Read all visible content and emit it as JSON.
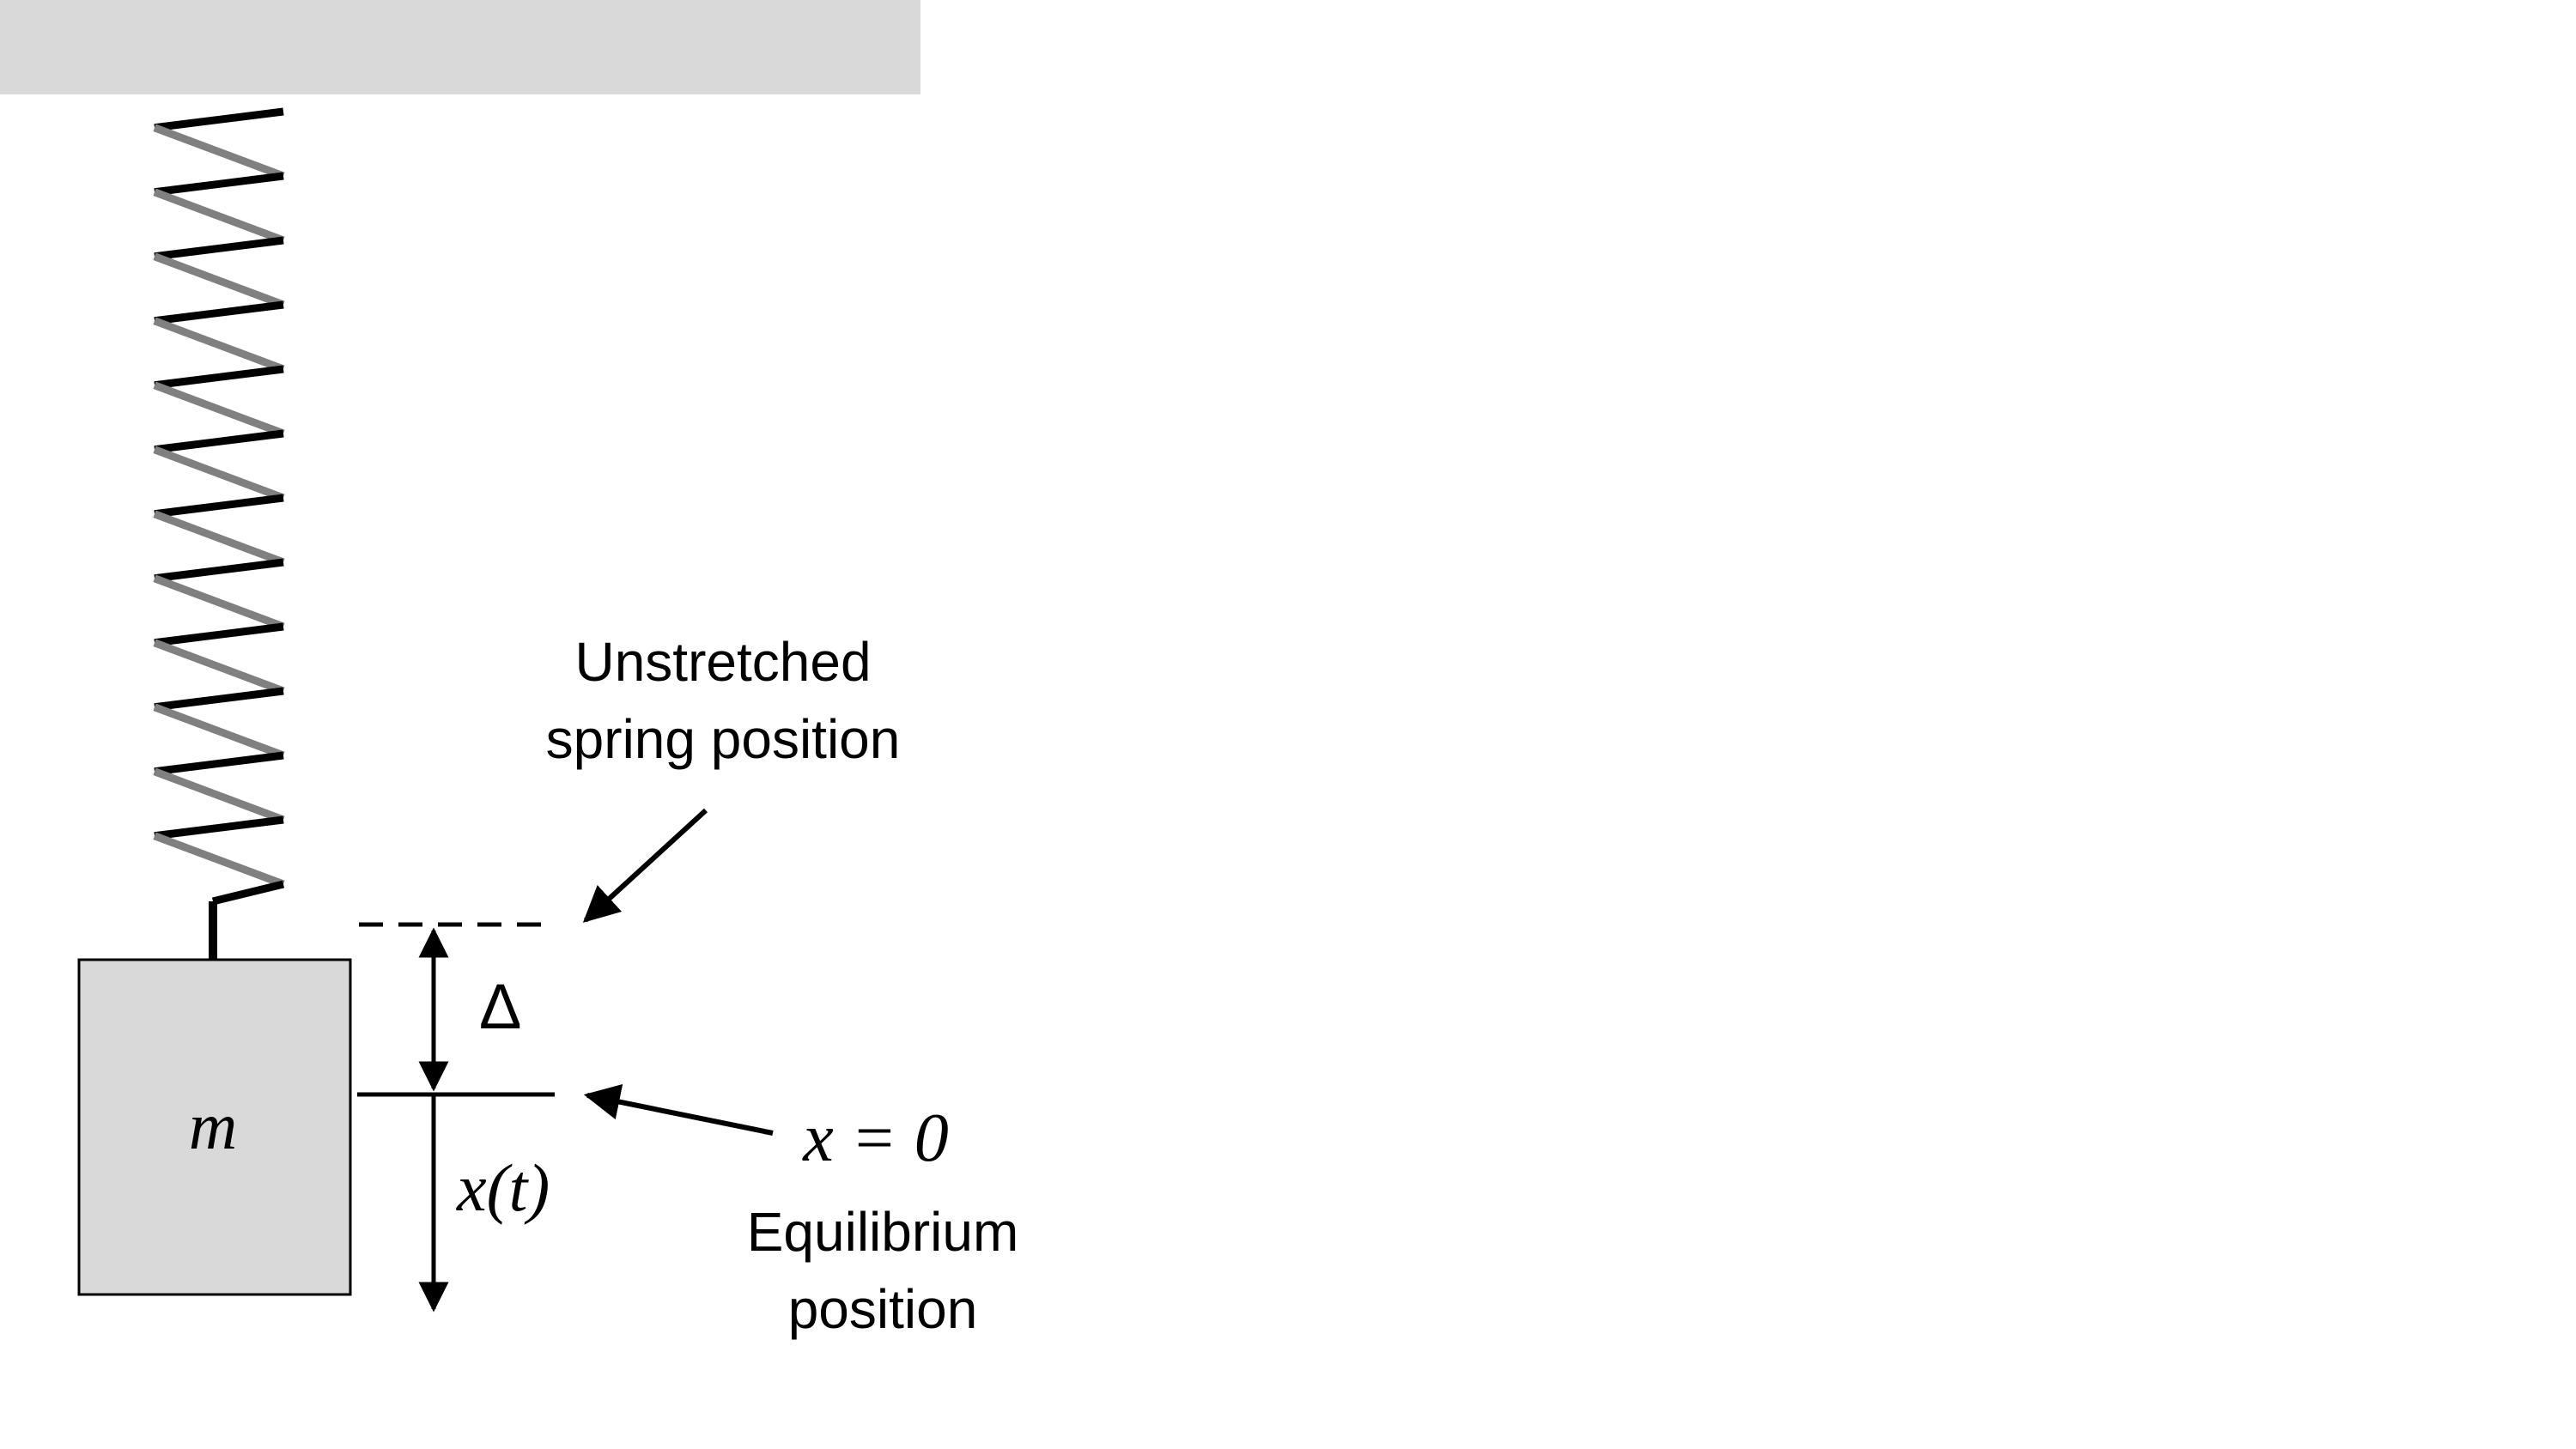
{
  "colors": {
    "ceiling": "#d9d9d9",
    "mass_fill": "#d9d9d9",
    "stroke": "#000000",
    "coil_back": "#808080",
    "background": "#ffffff"
  },
  "mass": {
    "label": "m"
  },
  "labels": {
    "unstretched_line1": "Unstretched",
    "unstretched_line2": "spring position",
    "delta": "Δ",
    "displacement": "x(t)",
    "equilibrium_equation": "x = 0",
    "equilibrium_line1": "Equilibrium",
    "equilibrium_line2": "position"
  }
}
